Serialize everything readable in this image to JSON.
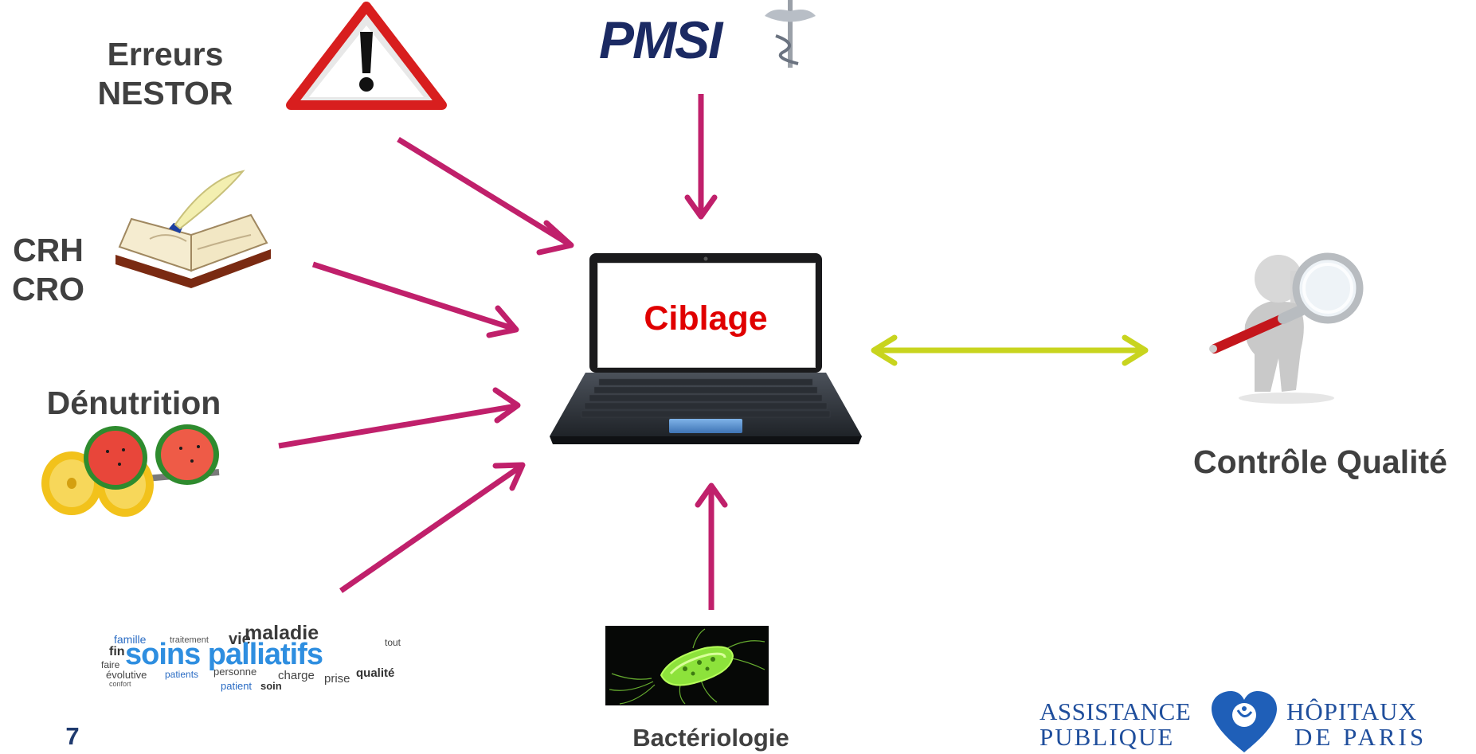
{
  "labels": {
    "erreurs_line1": "Erreurs",
    "erreurs_line2": "NESTOR",
    "crh": "CRH",
    "cro": "CRO",
    "denutrition": "Dénutrition",
    "controle": "Contrôle Qualité",
    "bacteriologie": "Bactériologie",
    "page_number": "7"
  },
  "pmsi_logo": "PMSI",
  "laptop_screen": "Ciblage",
  "wordcloud": {
    "maladie": "maladie",
    "famille": "famille",
    "fin": "fin",
    "faire": "faire",
    "evolutive": "évolutive",
    "soins": "soins palliatifs",
    "vie": "vie",
    "traitement": "traitement",
    "tout": "tout",
    "personne": "personne",
    "patients": "patients",
    "charge": "charge",
    "prise": "prise",
    "qualite": "qualité",
    "patient": "patient",
    "soin": "soin",
    "confort": "confort"
  },
  "aphp_logo": {
    "assistance": "ASSISTANCE",
    "publique": "PUBLIQUE",
    "hopitaux": "HÔPITAUX",
    "de_paris": "DE PARIS"
  },
  "colors": {
    "arrow": "#c0206b",
    "double_arrow": "#c8d41e",
    "label_text": "#404040",
    "screen_text": "#e00000",
    "aphp_blue": "#1f4e9c",
    "pmsi_navy": "#1b2a63"
  }
}
